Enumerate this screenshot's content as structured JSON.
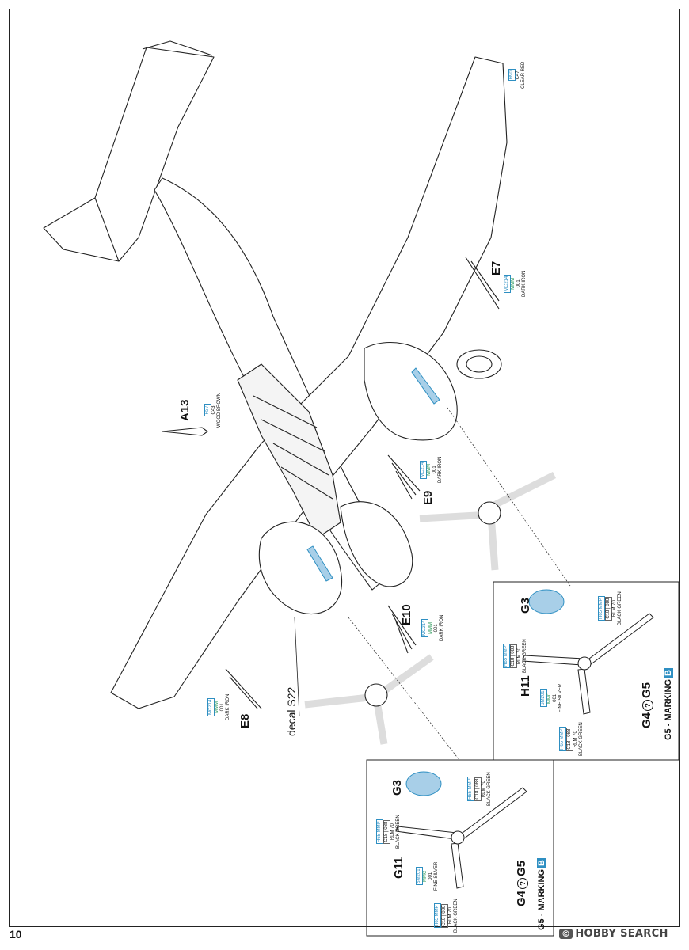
{
  "page": {
    "number": "10"
  },
  "watermark": {
    "badge": "©",
    "text": "HOBBY SEARCH"
  },
  "parts": {
    "a13": "A13",
    "e7": "E7",
    "e8": "E8",
    "e9": "E9",
    "e10": "E10",
    "g3": "G3",
    "g11": "G11",
    "h11": "H11",
    "g4": "G4",
    "g5": "G5"
  },
  "colors": {
    "h90": {
      "code": "H90",
      "num": "C47",
      "name": "CLEAR RED"
    },
    "h37": {
      "code": "H37",
      "num": "C43",
      "name": "WOOD BROWN"
    },
    "mc214": {
      "code": "MC214",
      "brand": "MMM",
      "num": "001",
      "name": "DARK IRON"
    },
    "h65": {
      "code": "H65 MMP",
      "num": "C18 | 088",
      "rlm": "RLM 70",
      "name": "BLACK GREEN"
    },
    "sm201": {
      "code": "SM201",
      "brand": "MMC",
      "num": "001",
      "name": "FINE SILVER"
    }
  },
  "decal": "decal S22",
  "marking": {
    "text": "G5 - MARKING",
    "letter": "B",
    "circled": "?"
  },
  "accent_blue": "#2e8fc2",
  "accent_green": "#2e9a5c"
}
